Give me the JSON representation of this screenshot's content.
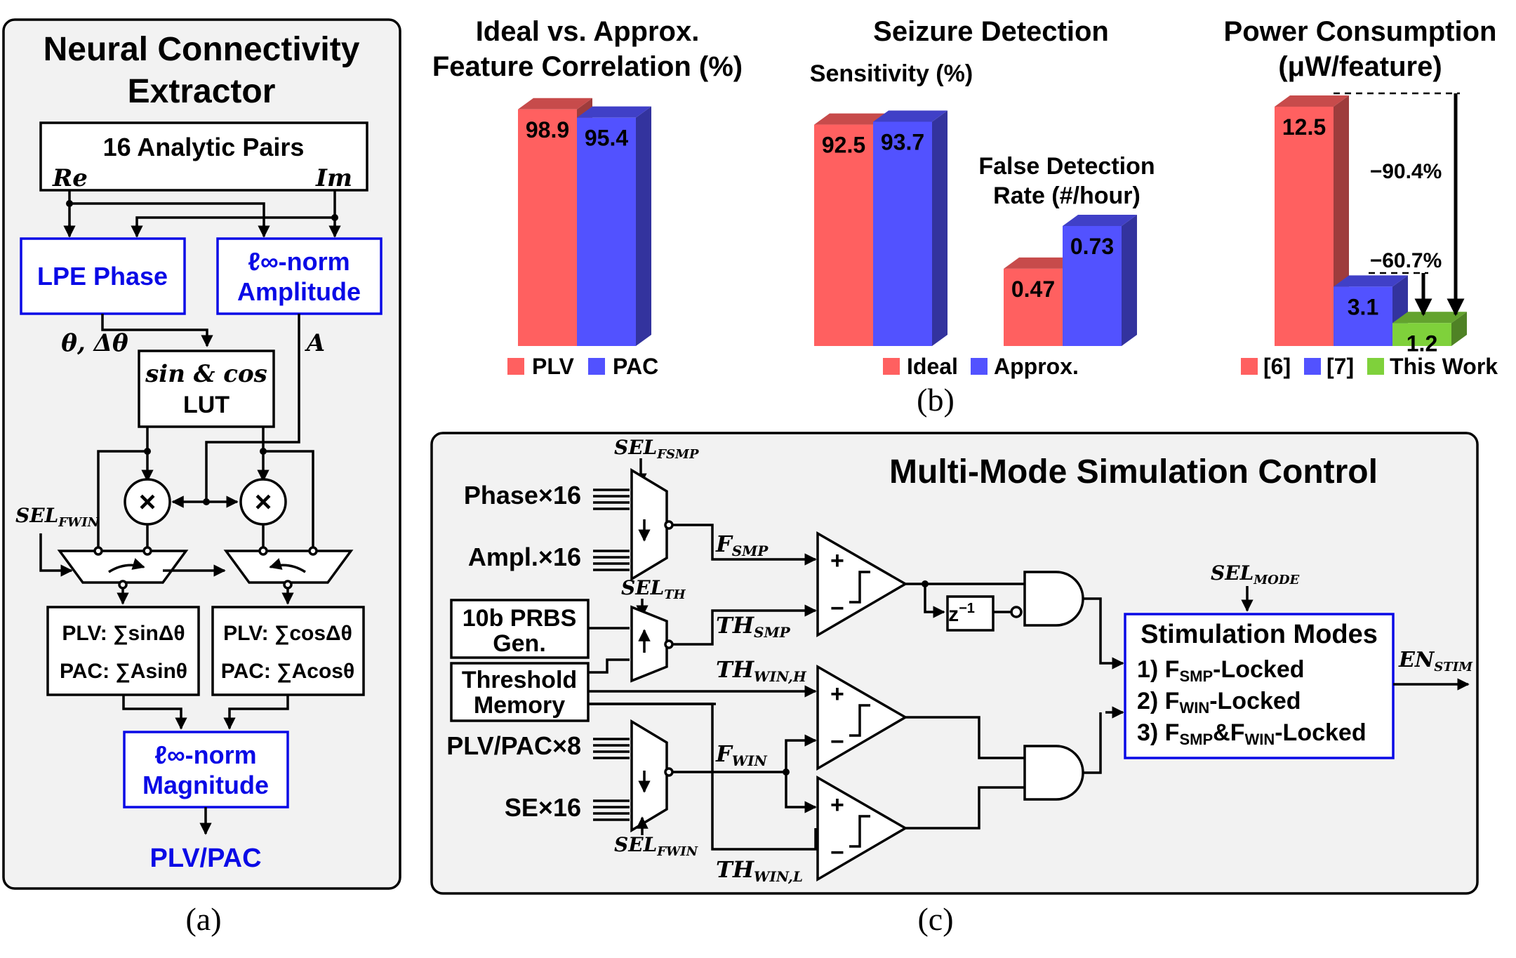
{
  "panel_a": {
    "title": [
      "Neural Connectivity",
      "Extractor"
    ],
    "analytic_pairs": "16 Analytic Pairs",
    "re": "Re",
    "im": "Im",
    "lpe_phase": "LPE Phase",
    "inf_norm_amp": [
      "ℓ∞-norm",
      "Amplitude"
    ],
    "theta": "θ, Δθ",
    "amp_sym": "A",
    "lut": [
      "sin & cos",
      "LUT"
    ],
    "sel_fwin": {
      "main": "SEL",
      "sub": "FWIN"
    },
    "acc_left": [
      "PLV: ∑sinΔθ",
      "PAC: ∑Asinθ"
    ],
    "acc_right": [
      "PLV: ∑cosΔθ",
      "PAC: ∑Acosθ"
    ],
    "inf_norm_mag": [
      "ℓ∞-norm",
      "Magnitude"
    ],
    "output": "PLV/PAC",
    "caption": "(a)"
  },
  "panel_b": {
    "caption": "(b)",
    "legend1": [
      "PLV",
      "PAC"
    ],
    "legend2": [
      "Ideal",
      "Approx."
    ],
    "legend3": [
      "[6]",
      "[7]",
      "This Work"
    ],
    "reductions": [
      "−90.4%",
      "−60.7%"
    ]
  },
  "chart_data": [
    {
      "type": "bar",
      "title": "Ideal vs. Approx. Feature Correlation (%)",
      "categories": [
        "PLV",
        "PAC"
      ],
      "values": [
        98.9,
        95.4
      ],
      "value_labels": [
        "98.9",
        "95.4"
      ],
      "colors": [
        "#ff6060",
        "#5252ff"
      ]
    },
    {
      "type": "bar",
      "title": "Seizure Detection",
      "groups": [
        {
          "label": "Sensitivity (%)",
          "values": [
            92.5,
            93.7
          ],
          "value_labels": [
            "92.5",
            "93.7"
          ]
        },
        {
          "label": "False Detection Rate (#/hour)",
          "values": [
            0.47,
            0.73
          ],
          "value_labels": [
            "0.47",
            "0.73"
          ]
        }
      ],
      "series": [
        {
          "name": "Ideal",
          "color": "#ff6060"
        },
        {
          "name": "Approx.",
          "color": "#5252ff"
        }
      ]
    },
    {
      "type": "bar",
      "title": "Power Consumption (μW/feature)",
      "categories": [
        "[6]",
        "[7]",
        "This Work"
      ],
      "values": [
        12.5,
        3.1,
        1.2
      ],
      "value_labels": [
        "12.5",
        "3.1",
        "1.2"
      ],
      "colors": [
        "#ff6060",
        "#5252ff",
        "#7fd13b"
      ]
    }
  ],
  "panel_c": {
    "title": "Multi-Mode Simulation Control",
    "sel_fsmp": {
      "main": "SEL",
      "sub": "FSMP"
    },
    "sel_th": {
      "main": "SEL",
      "sub": "TH"
    },
    "sel_fwin": {
      "main": "SEL",
      "sub": "FWIN"
    },
    "sel_mode": {
      "main": "SEL",
      "sub": "MODE"
    },
    "phase": "Phase×16",
    "ampl": "Ampl.×16",
    "prbs": [
      "10b PRBS",
      "Gen."
    ],
    "thmem": [
      "Threshold",
      "Memory"
    ],
    "plvpac": "PLV/PAC×8",
    "se": "SE×16",
    "f_smp": {
      "main": "F",
      "sub": "SMP"
    },
    "th_smp": {
      "main": "TH",
      "sub": "SMP"
    },
    "th_winh": {
      "main": "TH",
      "sub": "WIN,H"
    },
    "f_win": {
      "main": "F",
      "sub": "WIN"
    },
    "th_winl": {
      "main": "TH",
      "sub": "WIN,L"
    },
    "zinv": "z",
    "zinv_exp": "−1",
    "modes_title": "Stimulation Modes",
    "mode1": {
      "pre": "1) F",
      "s1": "SMP",
      "post": "-Locked"
    },
    "mode2": {
      "pre": "2) F",
      "s1": "WIN",
      "post": "-Locked"
    },
    "mode3": {
      "pre": "3) F",
      "s1": "SMP",
      "mid": "&F",
      "s2": "WIN",
      "post": "-Locked"
    },
    "en_stim": {
      "main": "EN",
      "sub": "STIM"
    },
    "caption": "(c)"
  }
}
